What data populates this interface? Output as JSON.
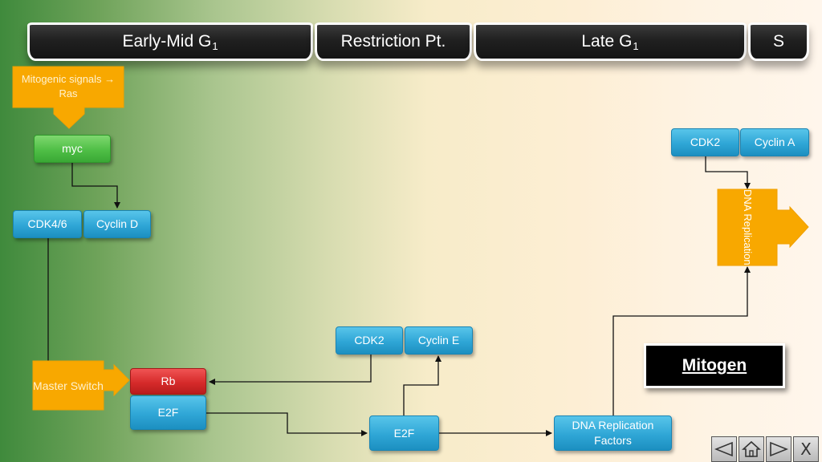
{
  "phases": {
    "early_mid_g1": {
      "label": "Early-Mid G",
      "sub": "1"
    },
    "restriction_pt": {
      "label": "Restriction Pt."
    },
    "late_g1": {
      "label": "Late G",
      "sub": "1"
    },
    "s": {
      "label": "S"
    }
  },
  "nodes": {
    "mitogenic_signals": "Mitogenic signals → Ras",
    "myc": "myc",
    "cdk46": "CDK4/6",
    "cyclin_d": "Cyclin D",
    "master_switch": "Master Switch",
    "rb": "Rb",
    "e2f_bound": "E2F",
    "cdk2_e": "CDK2",
    "cyclin_e": "Cyclin E",
    "e2f_free": "E2F",
    "dna_rep_factors": "DNA Replication Factors",
    "cdk2_a": "CDK2",
    "cyclin_a": "Cyclin A",
    "dna_replication": "DNA Replication"
  },
  "mitogen_label": "Mitogen",
  "nav": {
    "close_label": "X"
  },
  "colors": {
    "blue": "#2fa6d6",
    "green": "#4fbf46",
    "red": "#d62b2b",
    "orange": "#f8a800",
    "phase_bar": "#1e1e1e"
  }
}
